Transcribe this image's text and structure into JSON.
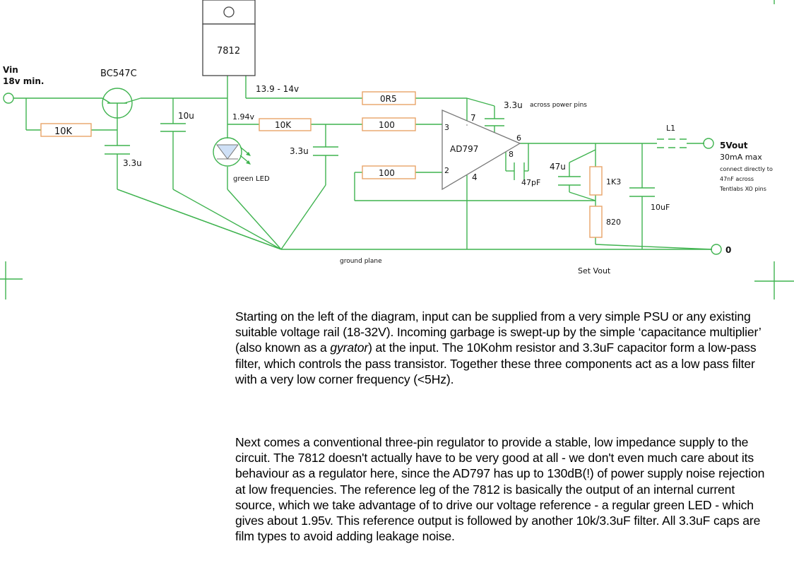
{
  "diagram": {
    "labels": {
      "vin": "Vin",
      "vin_min": "18v min.",
      "transistor": "BC547C",
      "regulator": "7812",
      "rail_voltage": "13.9 - 14v",
      "led_voltage": "1.94v",
      "r_base": "10K",
      "c_base": "3.3u",
      "c_reg": "10u",
      "led_label": "green LED",
      "r_ref": "10K",
      "c_ref": "3.3u",
      "r_sense": "0R5",
      "r_in_plus": "100",
      "r_in_minus": "100",
      "c_supply": "3.3u",
      "c_supply_note": "across power pins",
      "opamp": "AD797",
      "pin3": "3",
      "pin2": "2",
      "pin7": "7",
      "pin6": "6",
      "pin8": "8",
      "pin4": "4",
      "c_comp": "47pF",
      "c_fb": "47u",
      "r_top": "1K3",
      "r_bottom": "820",
      "inductor": "L1",
      "c_out": "10uF",
      "vout": "5Vout",
      "vout_current": "30mA max",
      "note1": "connect directly to",
      "note2": "47nF across",
      "note3": "Tentlabs XO pins",
      "zero": "0",
      "ground_plane": "ground plane",
      "set_vout": "Set Vout"
    }
  },
  "text": {
    "para1_a": "Starting on the left of the diagram, input can be supplied from a very simple PSU or any existing suitable voltage rail (18-32V). Incoming garbage is swept-up by the simple ‘capacitance multiplier’ (also known as a ",
    "para1_em": "gyrator",
    "para1_b": ") at the input. The 10Kohm resistor and 3.3uF capacitor form a low-pass filter, which controls the pass transistor. Together these three components act as a low pass filter with a very low corner frequency (<5Hz).",
    "para2": "Next comes a conventional three-pin regulator to provide a stable, low impedance supply to the circuit. The 7812 doesn't actually have to be very good at all - we don't even much care about its behaviour as a regulator here, since the AD797 has up to 130dB(!) of power supply noise rejection at low frequencies. The reference leg of the 7812 is basically the output of an internal current source, which we take advantage of to drive our voltage reference - a regular green LED - which gives about 1.95v. This reference output is followed by another 10k/3.3uF filter. All 3.3uF caps are film types to avoid adding leakage noise."
  }
}
